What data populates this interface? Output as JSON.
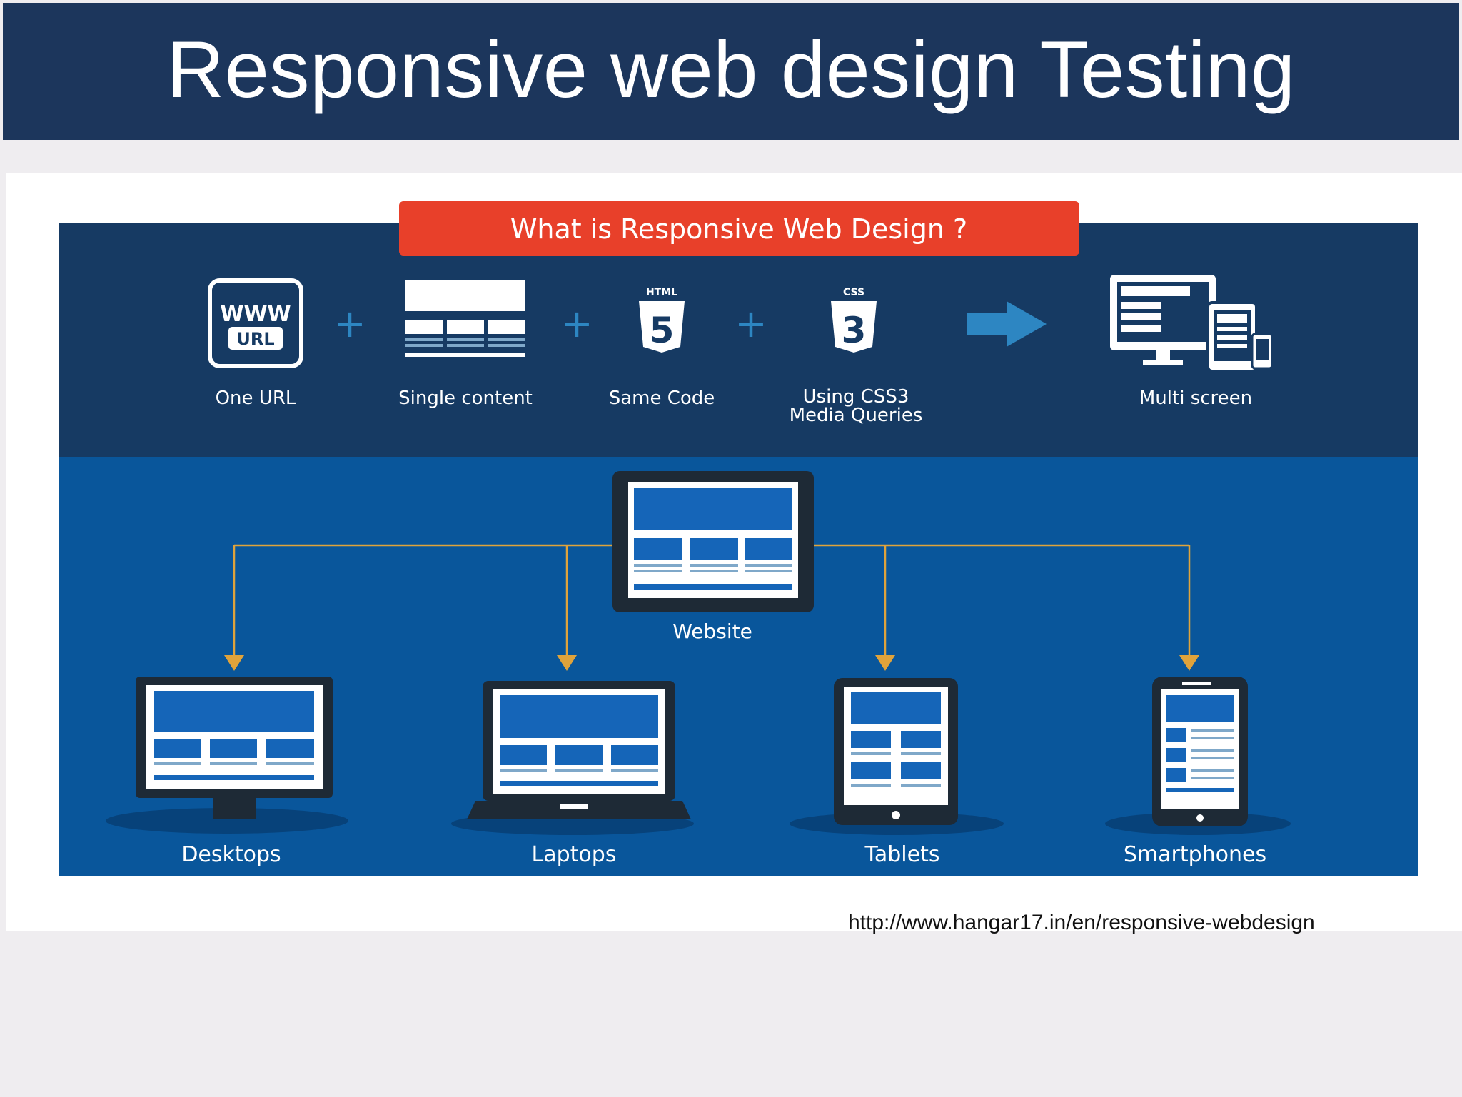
{
  "slide": {
    "title": "Responsive web design Testing",
    "source_url": "http://www.hangar17.in/en/responsive-webdesign"
  },
  "diagram": {
    "banner": "What is Responsive Web Design ?",
    "plus_symbol": "+",
    "html_badge": "HTML",
    "html_digit": "5",
    "css_badge": "CSS",
    "css_digit": "3",
    "url_icon": {
      "line1": "WWW",
      "line2": "URL"
    },
    "components": [
      {
        "label": "One URL",
        "icon": "www-url-icon"
      },
      {
        "label": "Single content",
        "icon": "content-layout-icon"
      },
      {
        "label": "Same Code",
        "icon": "html5-icon"
      },
      {
        "label_line1": "Using CSS3",
        "label_line2": "Media Queries",
        "icon": "css3-icon"
      },
      {
        "label": "Multi screen",
        "icon": "multi-screen-icon"
      }
    ],
    "source_node": {
      "label": "Website",
      "icon": "website-icon"
    },
    "targets": [
      {
        "label": "Desktops",
        "icon": "desktop-icon"
      },
      {
        "label": "Laptops",
        "icon": "laptop-icon"
      },
      {
        "label": "Tablets",
        "icon": "tablet-icon"
      },
      {
        "label": "Smartphones",
        "icon": "smartphone-icon"
      }
    ],
    "colors": {
      "title_bar": "#1c365c",
      "top_panel": "#163a63",
      "bottom_panel": "#09569b",
      "banner": "#e8402a",
      "arrow": "#2d86c2",
      "connector": "#e0a33b",
      "screen_blue": "#1565b8"
    }
  }
}
